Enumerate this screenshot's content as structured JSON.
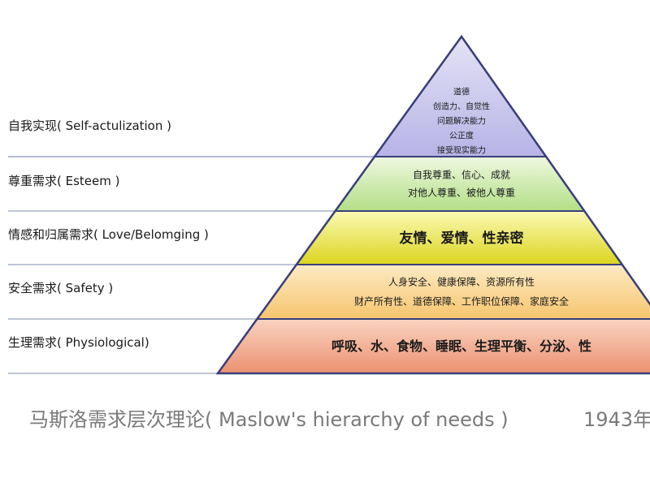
{
  "diagram": {
    "levels": [
      {
        "id": "self-actualization",
        "label": "自我实现( Self-actulization )",
        "lines": [
          "道德",
          "创造力、自觉性",
          "问题解决能力",
          "公正度",
          "接受现实能力"
        ],
        "fill_top": "#e4e3f5",
        "fill_bottom": "#b7b3e6"
      },
      {
        "id": "esteem",
        "label": "尊重需求( Esteem )",
        "lines": [
          "自我尊重、信心、成就",
          "对他人尊重、被他人尊重"
        ],
        "fill_top": "#eef8e0",
        "fill_bottom": "#b3df86"
      },
      {
        "id": "love-belonging",
        "label": "情感和归属需求( Love/Belomging )",
        "lines": [
          "友情、爱情、性亲密"
        ],
        "fill_top": "#fbf9b4",
        "fill_bottom": "#dcd51f"
      },
      {
        "id": "safety",
        "label": "安全需求( Safety )",
        "lines": [
          "人身安全、健康保障、资源所有性",
          "财产所有性、道德保障、工作职位保障、家庭安全"
        ],
        "fill_top": "#fdebc4",
        "fill_bottom": "#f6c56e"
      },
      {
        "id": "physiological",
        "label": "生理需求( Physiological)",
        "lines": [
          "呼吸、水、食物、睡眠、生理平衡、分泌、性"
        ],
        "fill_top": "#f9d3c1",
        "fill_bottom": "#ec9170"
      }
    ],
    "line_color": "#3a3f7a",
    "separator_color": "#a9b3c8"
  },
  "caption": {
    "text": "马斯洛需求层次理论( Maslow's hierarchy of needs )",
    "year": "1943年"
  }
}
